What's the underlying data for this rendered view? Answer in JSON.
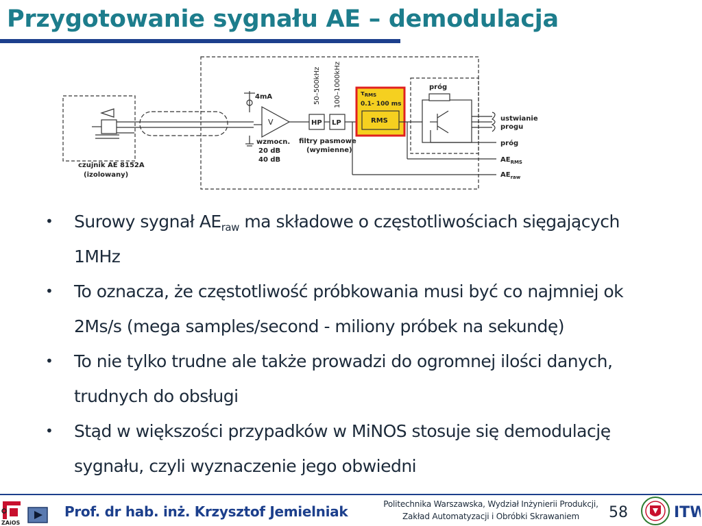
{
  "slide": {
    "title": "Przygotowanie sygnału AE – demodulacja",
    "page_number": "58"
  },
  "diagram": {
    "ma_label": "4mA",
    "amp_symbol": "V",
    "amp_label": "wzmocn.",
    "gain_1": "20 dB",
    "gain_2": "40 dB",
    "sensor_label": "czujnik AE 8152A",
    "sensor_sub": "(izolowany)",
    "hp_range": "50–500kHz",
    "lp_range": "100–1000kHz",
    "hp": "HP",
    "lp": "LP",
    "filters_label": "filtry pasmowe",
    "filters_sub": "(wymienne)",
    "tau_main": "τ",
    "tau_sub": "RMS",
    "tau_range": "0.1- 100 ms",
    "rms": "RMS",
    "prog_top": "próg",
    "setting_1": "ustwianie",
    "setting_2": "progu",
    "out_prog": "próg",
    "out_rms_main": "AE",
    "out_rms_sub": "RMS",
    "out_raw_main": "AE",
    "out_raw_sub": "raw"
  },
  "bullets": [
    {
      "text_before": "Surowy sygnał AE",
      "sub": "raw",
      "text_after": " ma składowe o częstotliwościach sięgających",
      "line2": "1MHz"
    },
    {
      "line1": "To oznacza, że częstotliwość próbkowania musi być co najmniej ok",
      "line2": "2Ms/s (mega samples/second  - miliony próbek na sekundę)"
    },
    {
      "line1": "To nie tylko trudne ale także prowadzi do ogromnej ilości danych,",
      "line2": "trudnych do obsługi"
    },
    {
      "line1": "Stąd w większości przypadków w MiNOS stosuje się demodulację",
      "line2": "sygnału, czyli wyznaczenie jego obwiedni"
    }
  ],
  "footer": {
    "author": "Prof. dr hab. inż. Krzysztof Jemielniak",
    "institution_1": "Politechnika Warszawska, Wydział Inżynierii Produkcji,",
    "institution_2": "Zakład Automatyzacji i Obróbki Skrawaniem",
    "logo_left_text": "ZAiOS",
    "logo_right_text": "ITW"
  },
  "colors": {
    "title": "#1d7d8c",
    "rule": "#1c3f8c",
    "highlight_box": "#e02020",
    "highlight_fill": "#f5d020",
    "text": "#1c2a3a"
  }
}
